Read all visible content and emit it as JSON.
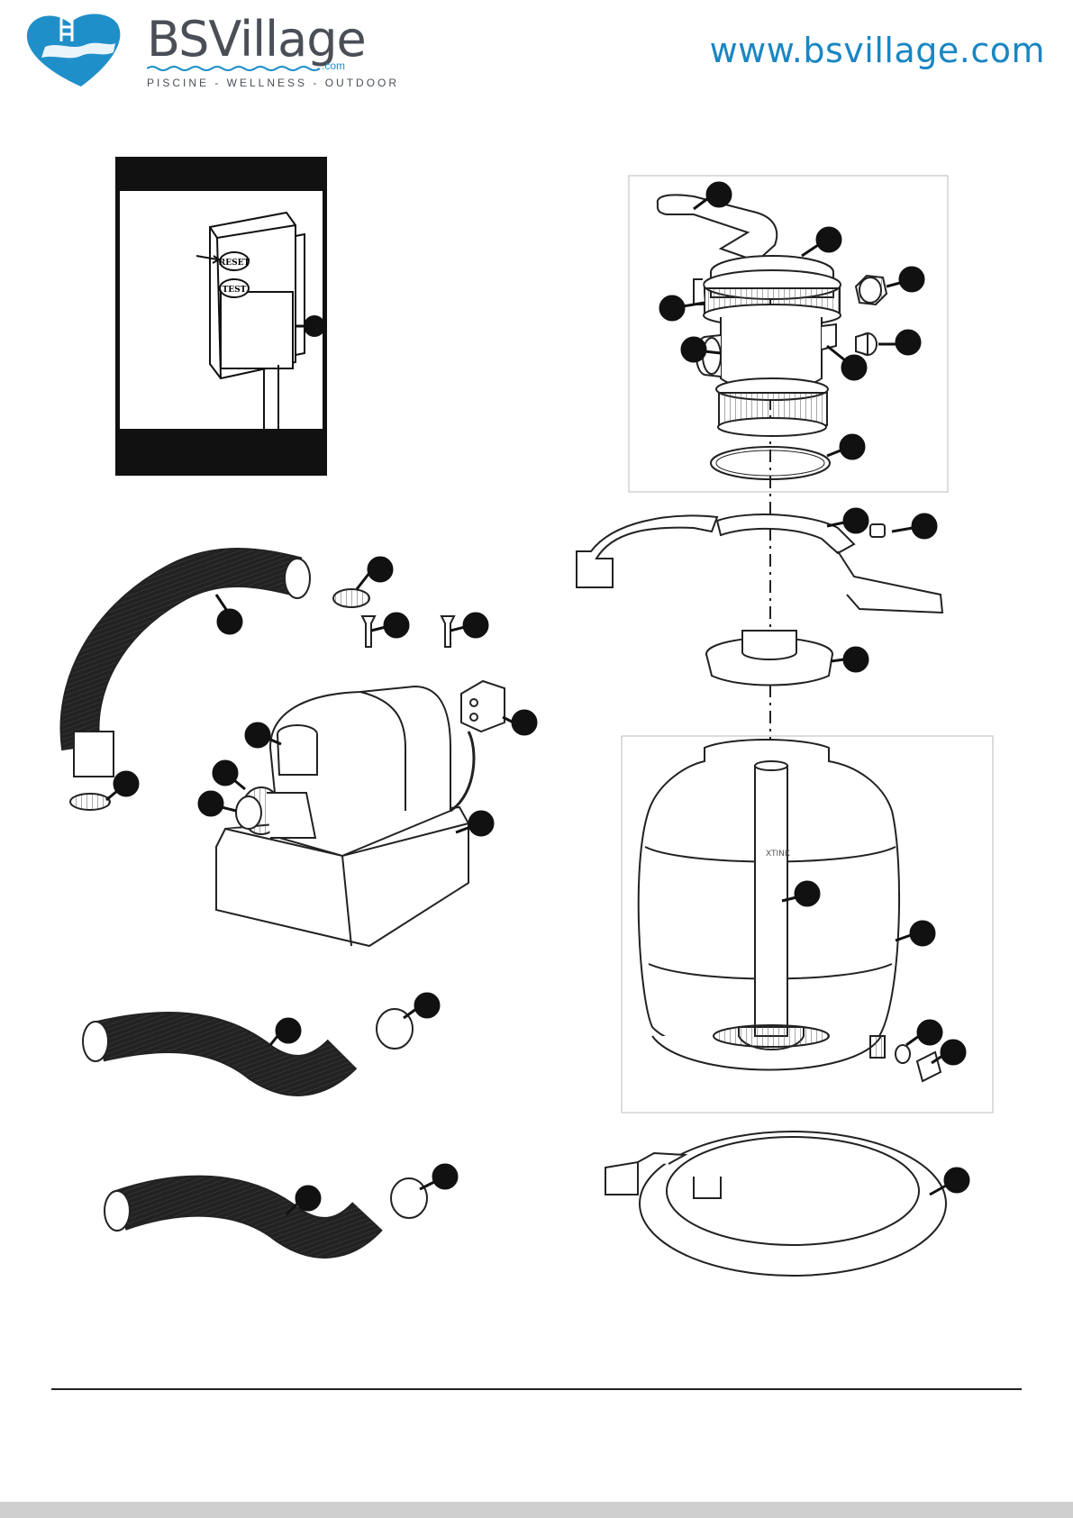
{
  "header": {
    "brand_name": "BSVillage",
    "brand_suffix": ".com",
    "tagline": "PISCINE - WELLNESS - OUTDOOR",
    "website": "www.bsvillage.com",
    "brand_color": "#1a86c3",
    "text_color": "#4a4f57"
  },
  "inset": {
    "reset_button_label": "RESET",
    "test_button_label": "TEST"
  },
  "parts_diagram": {
    "callout_color": "#111111",
    "labels": {
      "assembled_label": "XTINK"
    }
  }
}
